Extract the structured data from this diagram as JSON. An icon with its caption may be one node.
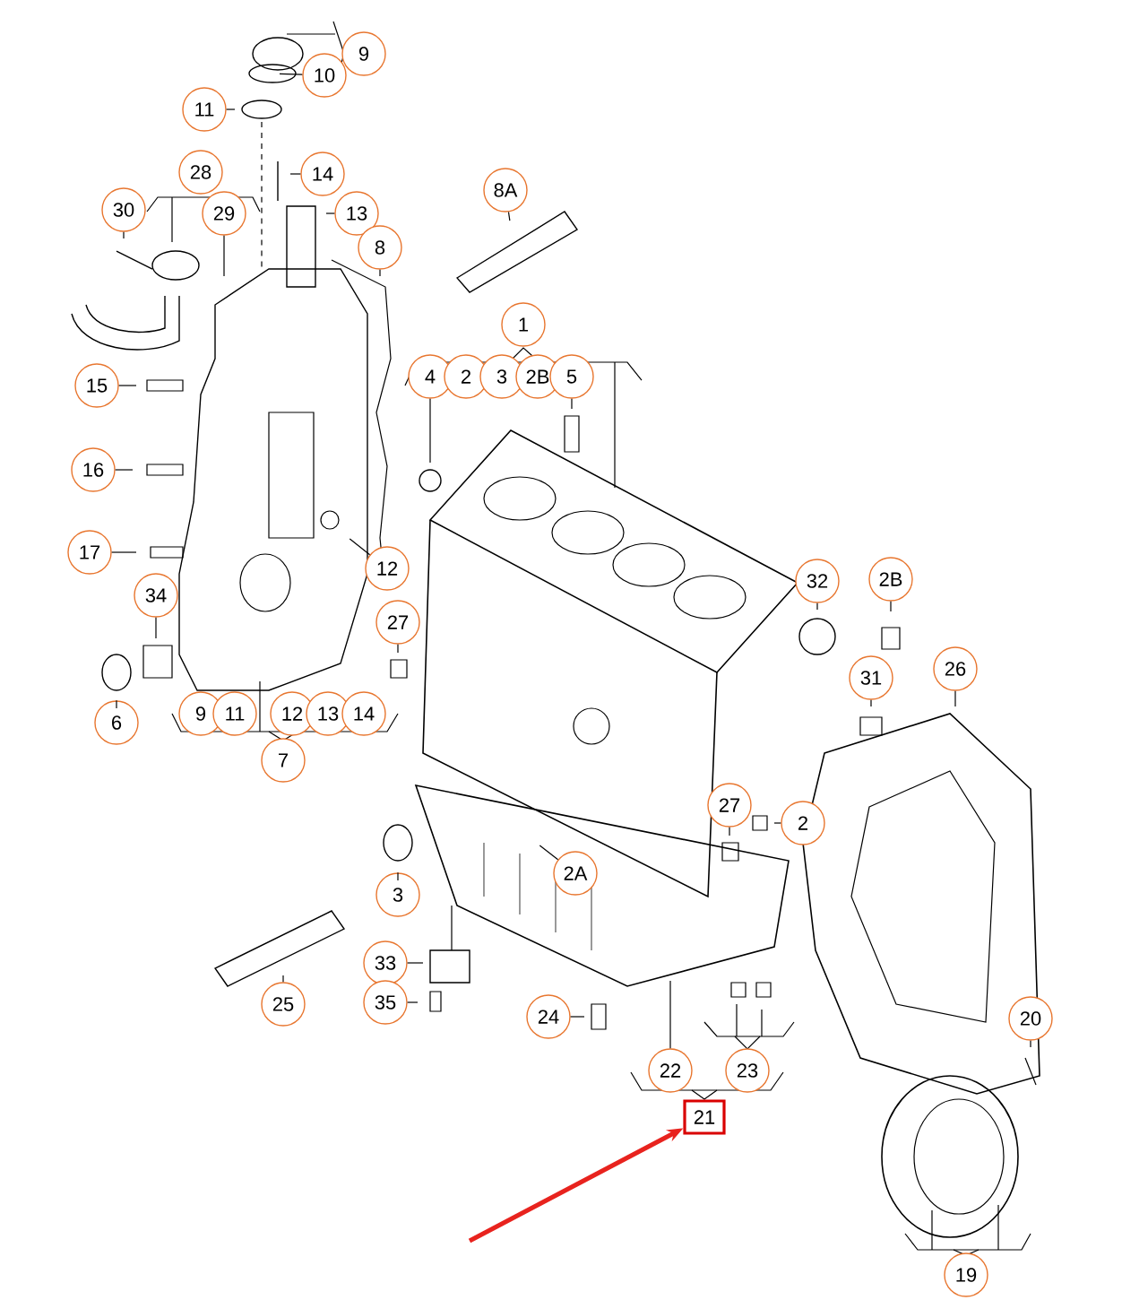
{
  "diagram": {
    "nodes": [
      {
        "text": [
          "9"
        ]
      },
      {
        "text": [
          "10"
        ]
      },
      {
        "text": [
          "11"
        ]
      },
      {
        "text": [
          "14"
        ]
      },
      {
        "text": [
          "28"
        ]
      },
      {
        "text": [
          "30"
        ]
      },
      {
        "text": [
          "29"
        ]
      },
      {
        "text": [
          "13"
        ]
      },
      {
        "text": [
          "8A"
        ]
      },
      {
        "text": [
          "8"
        ]
      },
      {
        "text": [
          "1"
        ]
      },
      {
        "text": [
          "4"
        ]
      },
      {
        "text": [
          "2"
        ]
      },
      {
        "text": [
          "3"
        ]
      },
      {
        "text": [
          "2B"
        ]
      },
      {
        "text": [
          "5"
        ]
      },
      {
        "text": [
          "15"
        ]
      },
      {
        "text": [
          "16"
        ]
      },
      {
        "text": [
          "17"
        ]
      },
      {
        "text": [
          "12"
        ]
      },
      {
        "text": [
          "34"
        ]
      },
      {
        "text": [
          "32"
        ]
      },
      {
        "text": [
          "2B"
        ]
      },
      {
        "text": [
          "27"
        ]
      },
      {
        "text": [
          "6"
        ]
      },
      {
        "text": [
          "31"
        ]
      },
      {
        "text": [
          "26"
        ]
      },
      {
        "text": [
          "9"
        ]
      },
      {
        "text": [
          "11"
        ]
      },
      {
        "text": [
          "12"
        ]
      },
      {
        "text": [
          "13"
        ]
      },
      {
        "text": [
          "14"
        ]
      },
      {
        "text": [
          "7"
        ]
      },
      {
        "text": [
          "27"
        ]
      },
      {
        "text": [
          "2"
        ]
      },
      {
        "text": [
          "2A"
        ]
      },
      {
        "text": [
          "3"
        ]
      },
      {
        "text": [
          "33"
        ]
      },
      {
        "text": [
          "25"
        ]
      },
      {
        "text": [
          "35"
        ]
      },
      {
        "text": [
          "24"
        ]
      },
      {
        "text": [
          "20"
        ]
      },
      {
        "text": [
          "22"
        ]
      },
      {
        "text": [
          "23"
        ]
      },
      {
        "text": [
          "21"
        ]
      },
      {
        "text": [
          "19"
        ]
      }
    ],
    "edges": [
      {
        "from": 1,
        "to": null,
        "arrow": "none"
      },
      {
        "from": 2,
        "to": null,
        "arrow": "none"
      },
      {
        "from": 3,
        "to": null,
        "arrow": "none"
      },
      {
        "from": 5,
        "to": null,
        "arrow": "none"
      },
      {
        "from": 6,
        "to": null,
        "arrow": "none"
      },
      {
        "from": 7,
        "to": null,
        "arrow": "none"
      },
      {
        "from": 8,
        "to": null,
        "arrow": "none"
      },
      {
        "from": 9,
        "to": null,
        "arrow": "none"
      },
      {
        "from": 11,
        "to": null,
        "arrow": "none"
      },
      {
        "from": 15,
        "to": null,
        "arrow": "none"
      },
      {
        "from": 16,
        "to": null,
        "arrow": "none"
      },
      {
        "from": 17,
        "to": null,
        "arrow": "none"
      },
      {
        "from": 18,
        "to": null,
        "arrow": "none"
      },
      {
        "from": 19,
        "to": null,
        "arrow": "none"
      },
      {
        "from": 20,
        "to": null,
        "arrow": "none"
      },
      {
        "from": 21,
        "to": null,
        "arrow": "none"
      },
      {
        "from": 22,
        "to": null,
        "arrow": "none"
      },
      {
        "from": 23,
        "to": null,
        "arrow": "none"
      },
      {
        "from": 24,
        "to": null,
        "arrow": "none"
      },
      {
        "from": 25,
        "to": null,
        "arrow": "none"
      },
      {
        "from": 26,
        "to": null,
        "arrow": "none"
      },
      {
        "from": 33,
        "to": null,
        "arrow": "none"
      },
      {
        "from": 34,
        "to": null,
        "arrow": "none"
      },
      {
        "from": 35,
        "to": null,
        "arrow": "none"
      },
      {
        "from": 36,
        "to": null,
        "arrow": "none"
      },
      {
        "from": 37,
        "to": null,
        "arrow": "none"
      },
      {
        "from": 38,
        "to": null,
        "arrow": "none"
      },
      {
        "from": 39,
        "to": null,
        "arrow": "none"
      },
      {
        "from": 40,
        "to": null,
        "arrow": "none"
      },
      {
        "from": 41,
        "to": null,
        "arrow": "none"
      },
      {
        "from": 42,
        "to": null,
        "arrow": "none"
      },
      {
        "from": null,
        "to": 44,
        "arrow": "to",
        "style": "thick",
        "color": "#e8231e"
      }
    ]
  }
}
